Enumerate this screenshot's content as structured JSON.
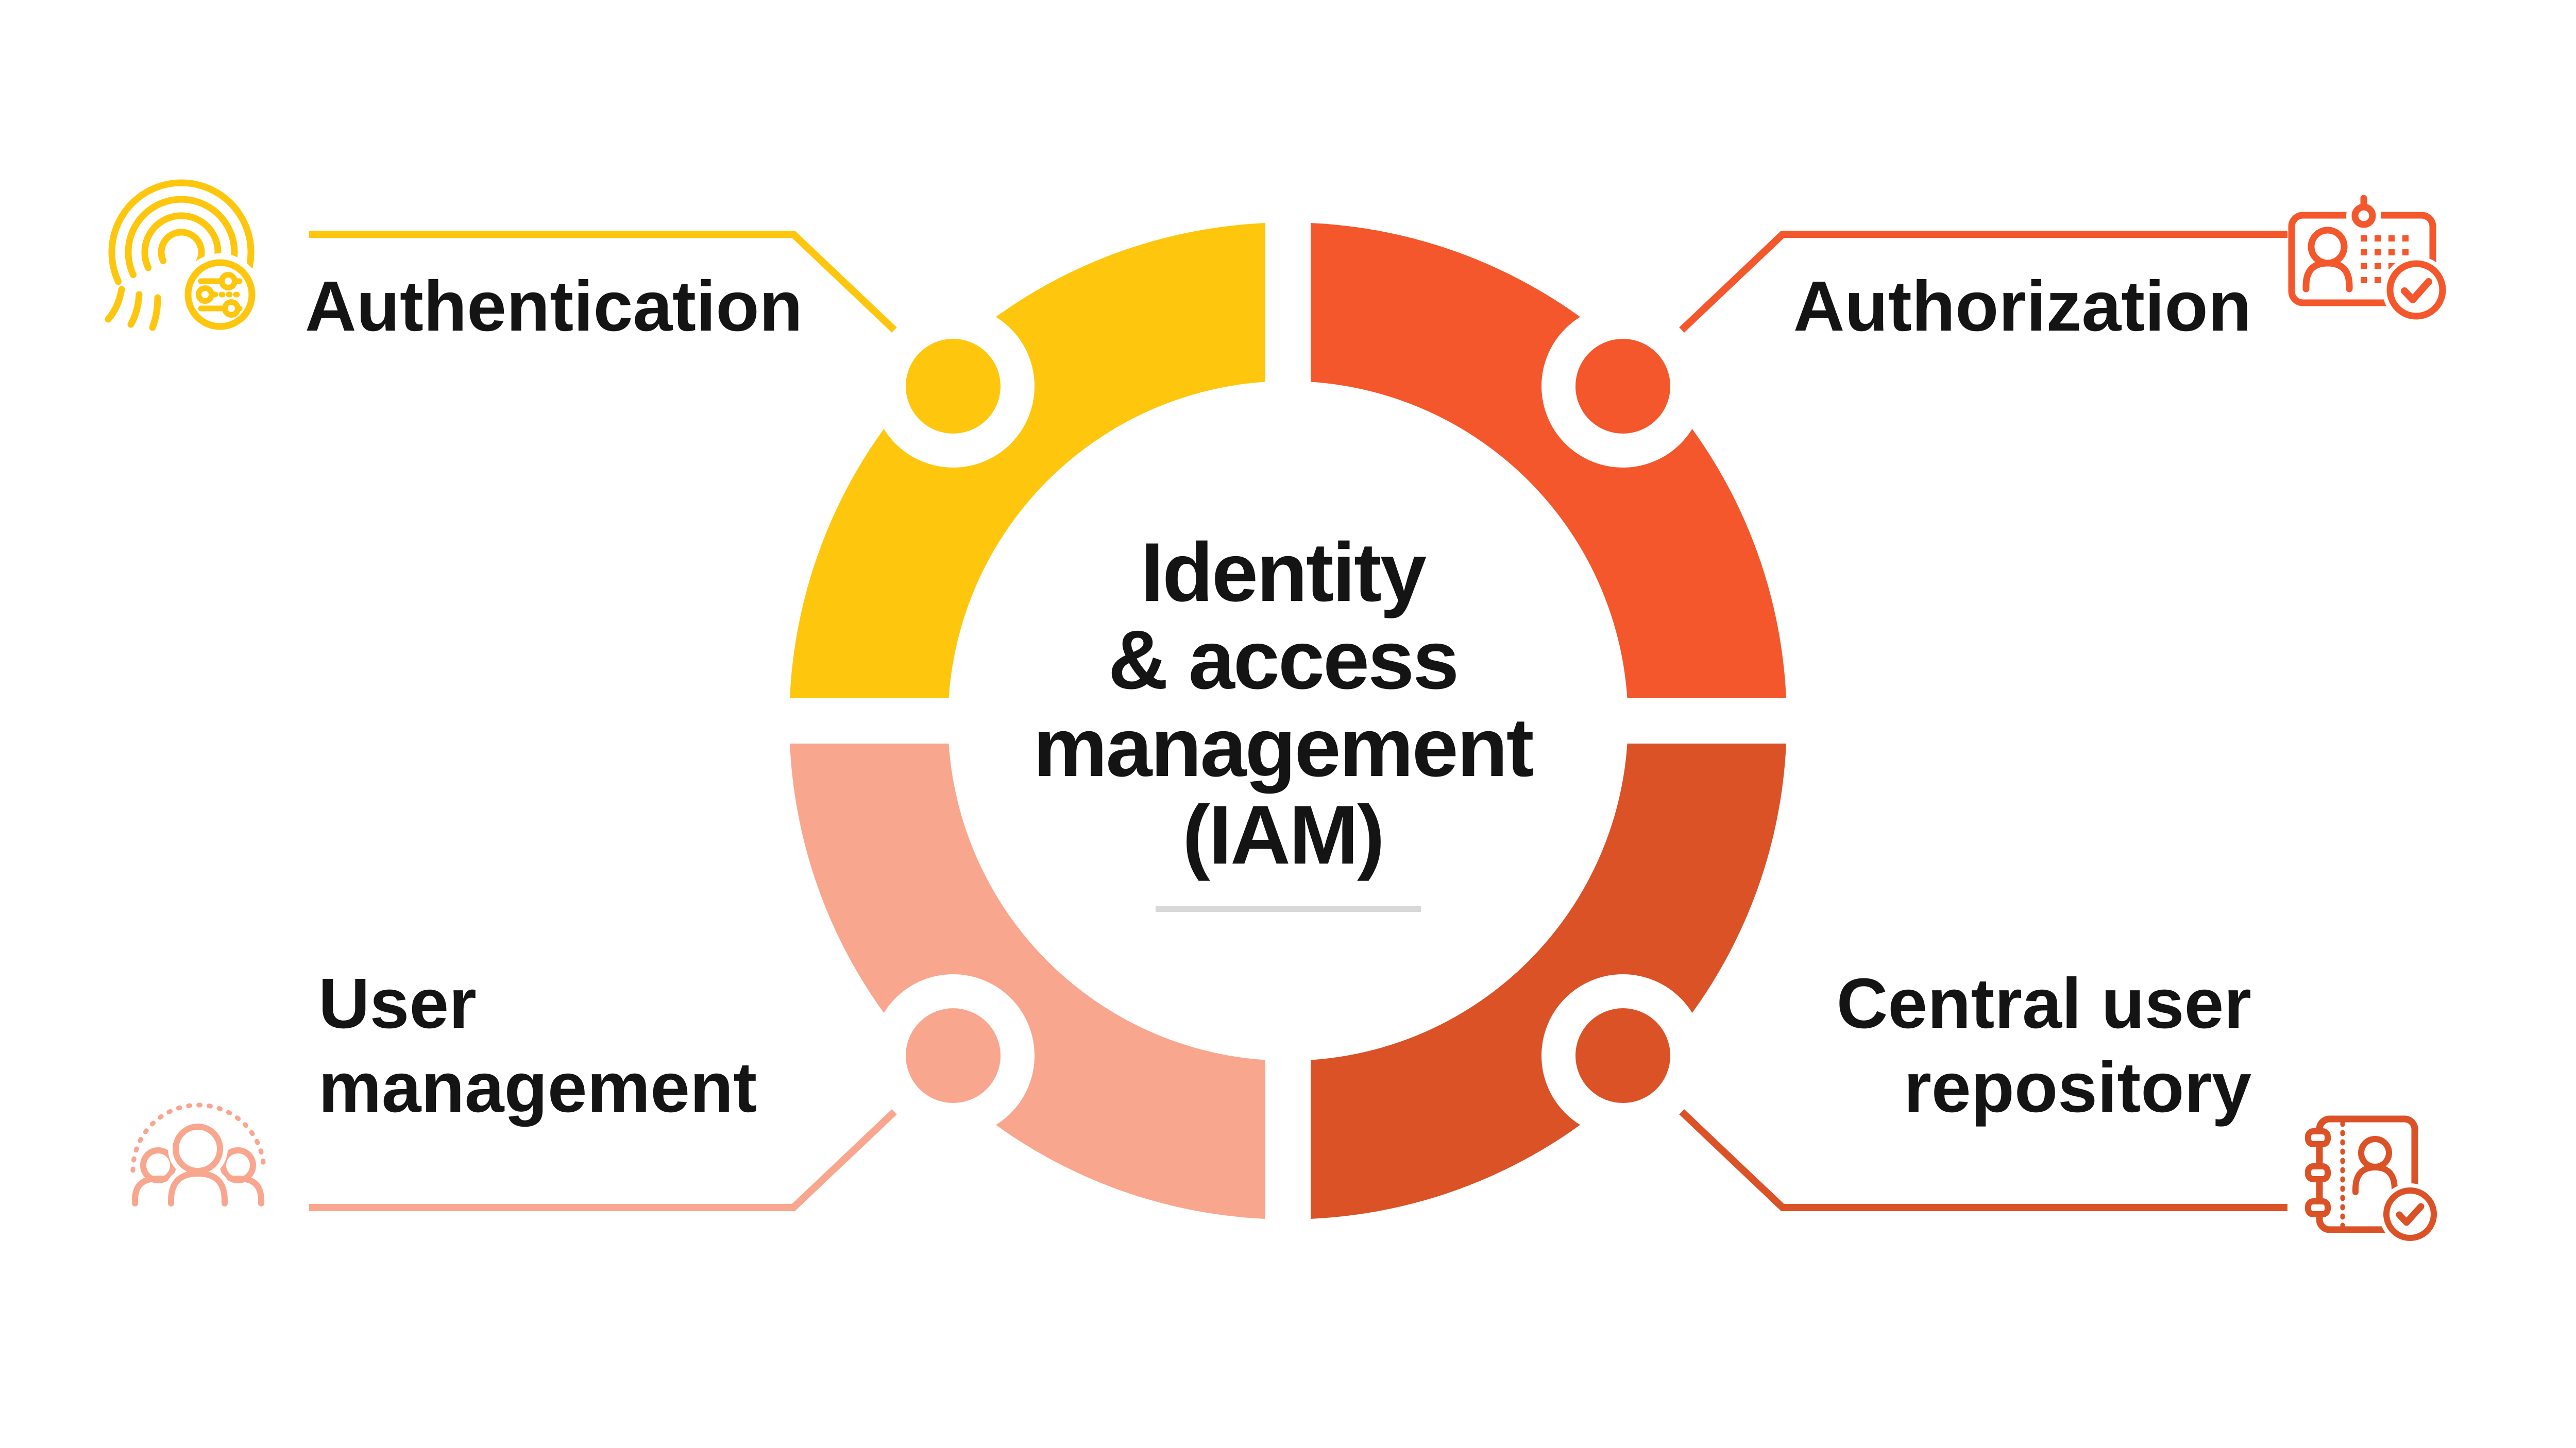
{
  "title": {
    "line1": "Identity",
    "line2": "& access",
    "line3": "management",
    "line4": "(IAM)",
    "underline_color": "#D8D8D8"
  },
  "text_color": "#141414",
  "background": "#FFFFFF",
  "quadrants": {
    "authentication": {
      "label": "Authentication",
      "color": "#FEC60D",
      "icon": "fingerprint-settings-icon",
      "position": "top-left"
    },
    "authorization": {
      "label": "Authorization",
      "color": "#F4572B",
      "icon": "id-badge-check-icon",
      "position": "top-right"
    },
    "user_management": {
      "label_line1": "User",
      "label_line2": "management",
      "color": "#F9A68E",
      "icon": "user-group-icon",
      "position": "bottom-left"
    },
    "central_user_repository": {
      "label_line1": "Central user",
      "label_line2": "repository",
      "color": "#DB5227",
      "icon": "address-book-check-icon",
      "position": "bottom-right"
    }
  }
}
